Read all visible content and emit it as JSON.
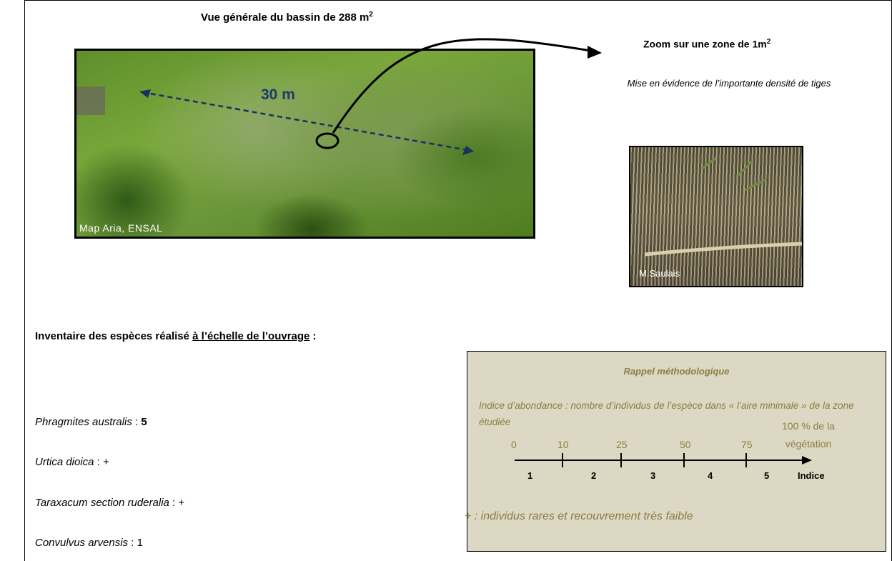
{
  "left_title": {
    "text": "Vue générale du bassin de 288 m",
    "sup": "2"
  },
  "right_title": {
    "text": "Zoom sur une zone de 1m",
    "sup": "2"
  },
  "right_subtitle": "Mise en évidence de l’importante densité de tiges",
  "aerial_photo": {
    "scale_label": "30 m",
    "credit": "Map Aria, ENSAL"
  },
  "zoom_photo": {
    "credit": "M.Saulais"
  },
  "inventory": {
    "title_start": "Inventaire des espèces réalisé ",
    "title_underlined": "à l’échelle de l’ouvrage",
    "title_end": " :",
    "species": [
      {
        "name": "Phragmites australis",
        "sep": " : ",
        "value": "5",
        "bold": true
      },
      {
        "name": "Urtica dioica",
        "sep": " : ",
        "value": "+",
        "bold": false
      },
      {
        "name": "Taraxacum section ruderalia",
        "sep": " : ",
        "value": "+",
        "bold": false
      },
      {
        "name": "Convulvus arvensis",
        "sep": " : ",
        "value": "1",
        "bold": false
      }
    ]
  },
  "method": {
    "title": "Rappel méthodologique",
    "description": "Indice d’abondance : nombre d’individus de l’espèce dans « l’aire minimale » de la zone étudiée",
    "percent_label": "100 % de la végétation",
    "ticks": [
      "0",
      "10",
      "25",
      "50",
      "75"
    ],
    "classes": [
      "1",
      "2",
      "3",
      "4",
      "5"
    ],
    "axis_label": "Indice",
    "note": "+ : individus rares et recouvrement très faible",
    "accent_color": "#8b7d44",
    "background_color": "#ddd8c3"
  }
}
